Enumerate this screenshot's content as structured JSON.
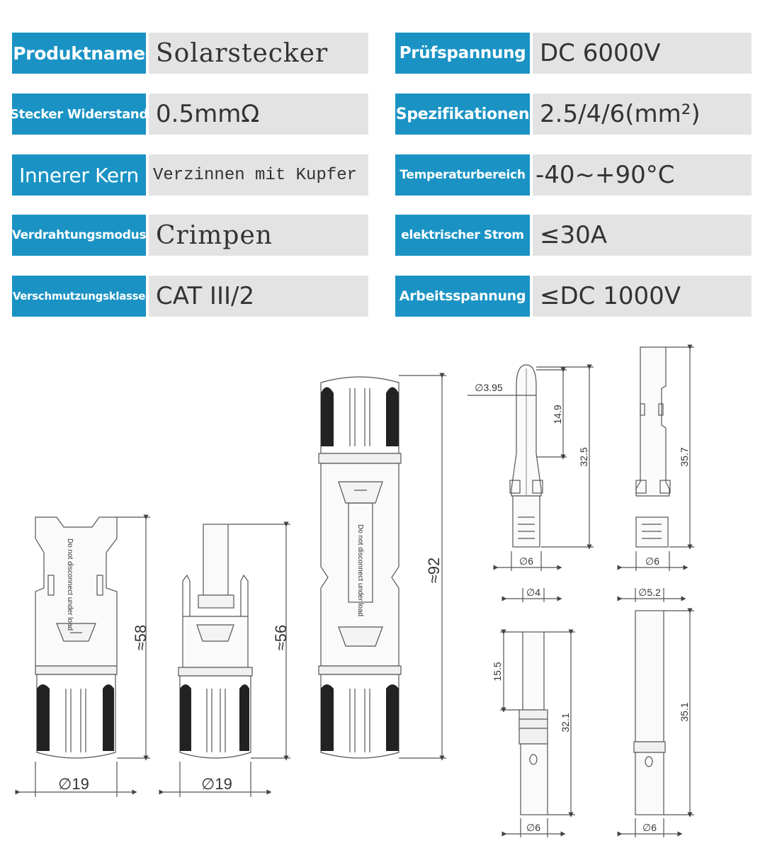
{
  "spec_table": {
    "left_column": [
      {
        "label": "Produktname",
        "value": "Solarstecker"
      },
      {
        "label": "Stecker Widerstand",
        "value": "0.5mmΩ"
      },
      {
        "label": "Innerer Kern",
        "value": "Verzinnen mit Kupfer"
      },
      {
        "label": "Verdrahtungsmodus",
        "value": "Crimpen"
      },
      {
        "label": "Verschmutzungsklasse",
        "value": "CAT III/2"
      }
    ],
    "right_column": [
      {
        "label": "Prüfspannung",
        "value": "DC 6000V"
      },
      {
        "label": "Spezifikationen",
        "value": "2.5/4/6(mm²)"
      },
      {
        "label": "Temperaturbereich",
        "value": "-40~+90°C"
      },
      {
        "label": "elektrischer Strom",
        "value": "≤30A"
      },
      {
        "label": "Arbeitsspannung",
        "value": "≤DC 1000V"
      }
    ],
    "label_color": "#1a93c4",
    "value_bg": "#e3e3e3"
  },
  "drawings": {
    "female_connector": {
      "length": "≈58",
      "diameter": "∅19",
      "inscription": "Do not disconnect under load"
    },
    "male_connector": {
      "length": "≈56",
      "diameter": "∅19"
    },
    "mated_pair": {
      "length": "≈92",
      "inscription": "Do not disconnect under load"
    },
    "male_pin_upper": {
      "tip_diameter": "∅3.95",
      "tip_length": "14.9",
      "length": "32.5",
      "base_diameter": "∅6"
    },
    "female_socket_upper": {
      "length": "35.7",
      "base_diameter": "∅6"
    },
    "male_pin_lower": {
      "diameter": "∅4",
      "pin_length": "15.5",
      "length": "32.1",
      "base_diameter": "∅6"
    },
    "female_socket_lower": {
      "diameter": "∅5.2",
      "length": "35.1",
      "base_diameter": "∅6"
    }
  }
}
